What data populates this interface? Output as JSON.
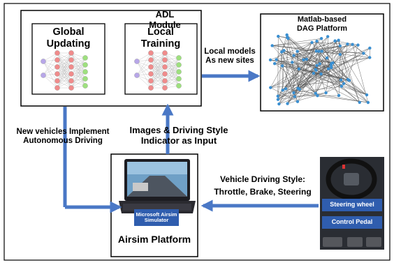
{
  "adl_module": {
    "title_line1": "ADL",
    "title_line2": "Module",
    "global_line1": "Global",
    "global_line2": "Updating",
    "local_line1": "Local",
    "local_line2": "Training"
  },
  "dag_platform": {
    "title_line1": "Matlab-based",
    "title_line2": "DAG Platform"
  },
  "arrows": {
    "local_models_line1": "Local models",
    "local_models_line2": "As new sites",
    "new_vehicles_line1": "New vehicles Implement",
    "new_vehicles_line2": "Autonomous Driving",
    "images_line1": "Images & Driving Style",
    "images_line2": "Indicator as Input",
    "driving_style_line1": "Vehicle Driving Style:",
    "driving_style_line2": "Throttle, Brake, Steering"
  },
  "airsim": {
    "screen_label_line1": "Microsoft Airsim",
    "screen_label_line2": "Simulator",
    "platform_label": "Airsim Platform"
  },
  "controller": {
    "steering_label": "Steering wheel",
    "pedal_label": "Control Pedal"
  },
  "colors": {
    "arrow": "#4a78c6",
    "label_box": "#2f5dae",
    "node_dot": "#3a8fd1",
    "nn_input": "#b7a6e8",
    "nn_hidden": "#f08b8b",
    "nn_output": "#9ee07e"
  }
}
